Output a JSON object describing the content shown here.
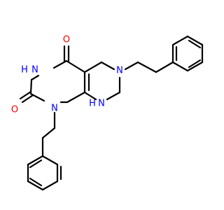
{
  "colors": {
    "background": "#ffffff",
    "bond": "#000000",
    "oxygen": "#ff0000",
    "nitrogen": "#0000ff"
  },
  "atoms": {
    "o_top": "O",
    "nh_left": "H",
    "n_left": "N",
    "o_left": "O",
    "n_bottom": "N",
    "nh_bottom": "N",
    "h_bottom": "H",
    "n_right": "N"
  }
}
